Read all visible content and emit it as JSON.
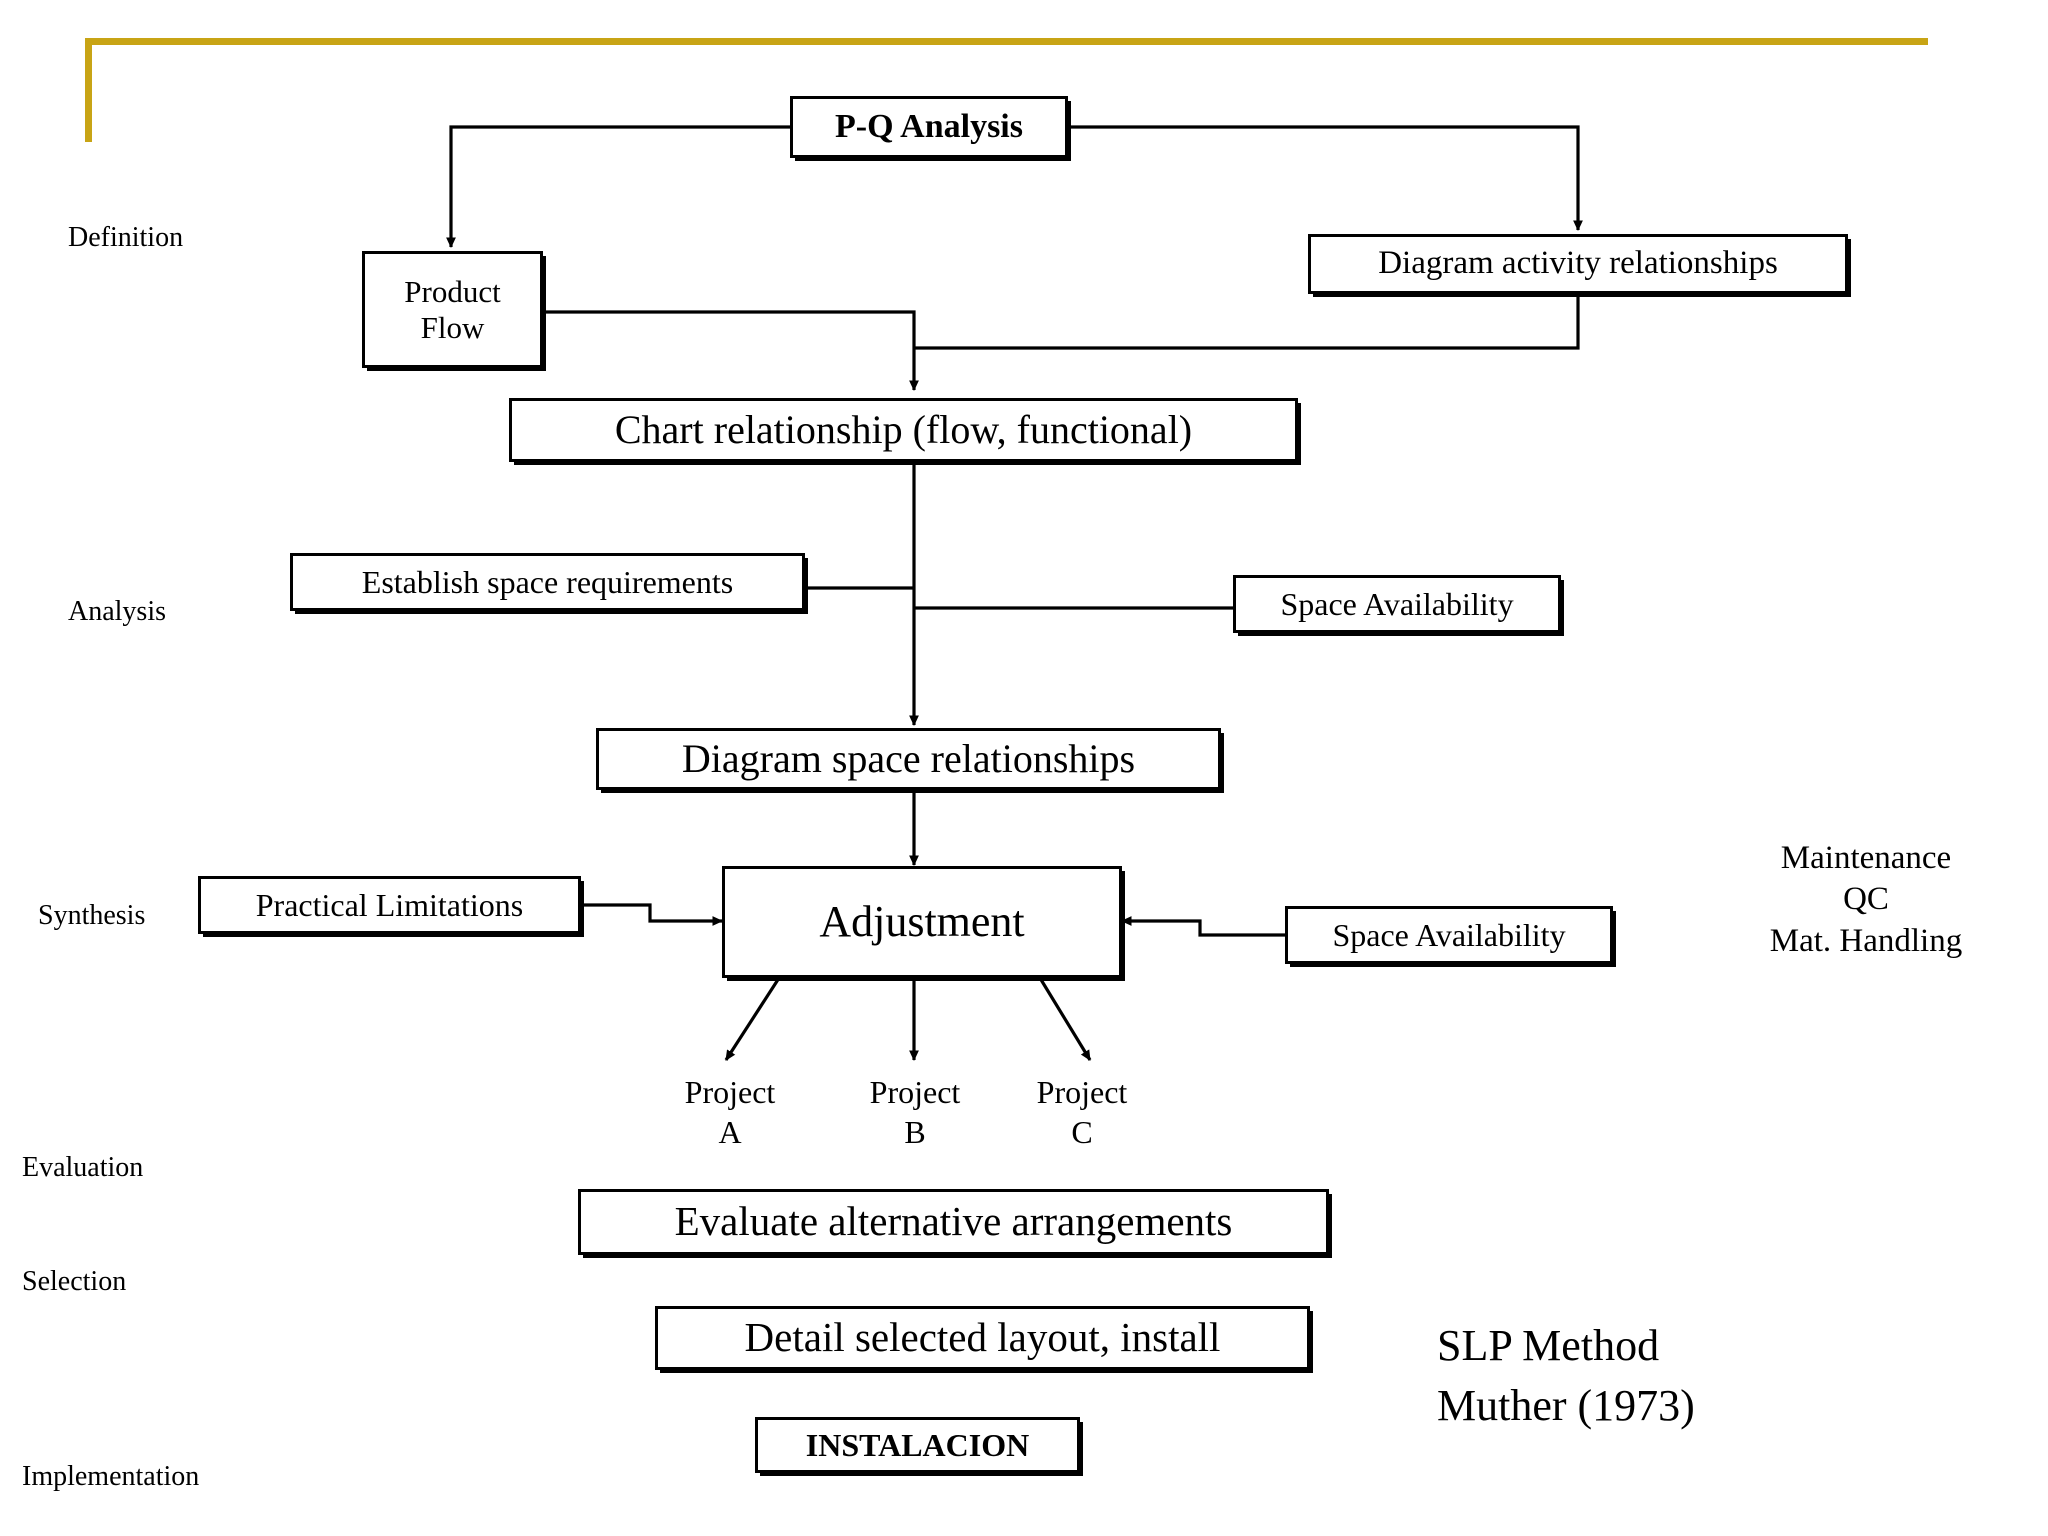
{
  "title": "SLP Method flow diagram",
  "theme": {
    "accent_gold": "#c8a415",
    "line_color": "#000000",
    "background": "#ffffff"
  },
  "stages": [
    {
      "label": "Definition"
    },
    {
      "label": "Analysis"
    },
    {
      "label": "Synthesis"
    },
    {
      "label": "Evaluation"
    },
    {
      "label": "Selection"
    },
    {
      "label": "Implementation"
    }
  ],
  "nodes": {
    "pq_analysis": "P-Q Analysis",
    "product_flow": "Product\nFlow",
    "diagram_activity_relationships": "Diagram activity relationships",
    "chart_relationship": "Chart relationship (flow, functional)",
    "establish_space_requirements": "Establish space requirements",
    "space_availability_analysis": "Space Availability",
    "diagram_space_relationships": "Diagram space relationships",
    "practical_limitations": "Practical Limitations",
    "adjustment": "Adjustment",
    "space_availability_synthesis": "Space Availability",
    "evaluate_alternatives": "Evaluate alternative arrangements",
    "detail_selected_layout": "Detail selected layout, install",
    "instalacion": "INSTALACION"
  },
  "projects": [
    {
      "name": "Project",
      "id": "A",
      "text": "Project\nA"
    },
    {
      "name": "Project",
      "id": "B",
      "text": "Project\nB"
    },
    {
      "name": "Project",
      "id": "C",
      "text": "Project\nC"
    }
  ],
  "side_notes": {
    "considerations": "Maintenance\nQC\nMat. Handling",
    "considerations_lines": [
      "Maintenance",
      "QC",
      "Mat. Handling"
    ],
    "method_title": "SLP Method",
    "method_author": "Muther (1973)"
  }
}
